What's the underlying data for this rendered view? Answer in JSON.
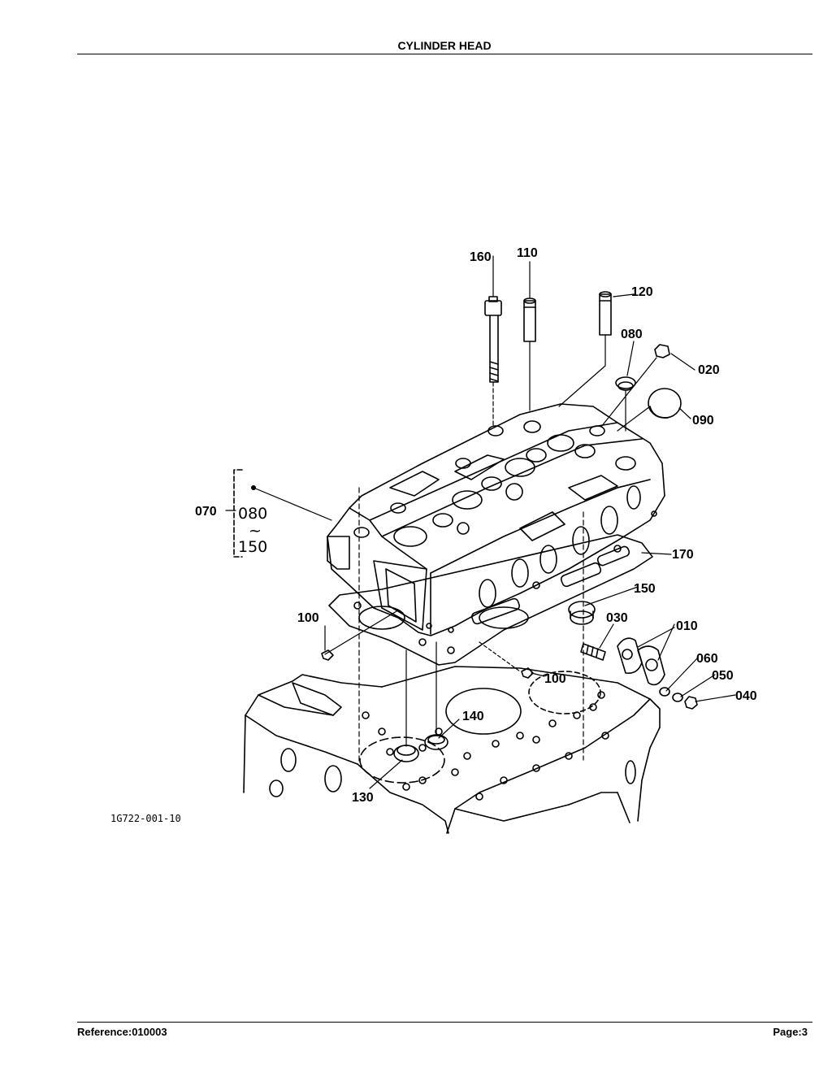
{
  "page": {
    "title": "CYLINDER HEAD",
    "reference": "Reference:010003",
    "page_label": "Page:3",
    "figure_id": "1G722-001-10"
  },
  "callouts": {
    "c160": "160",
    "c110": "110",
    "c120": "120",
    "c080": "080",
    "c020": "020",
    "c090": "090",
    "c070": "070",
    "c170": "170",
    "c150": "150",
    "c100a": "100",
    "c030": "030",
    "c010": "010",
    "c060": "060",
    "c050": "050",
    "c040": "040",
    "c100b": "100",
    "c140": "140",
    "c130": "130"
  },
  "group": {
    "from": "080",
    "tilde": "~",
    "to": "150"
  }
}
